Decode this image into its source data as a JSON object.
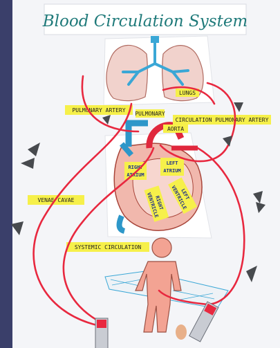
{
  "title": "Blood Circulation System",
  "labels": {
    "lungs": "LUNGS",
    "pulmonary_artery_left": "PULMONARY ARTERY",
    "pulmonary_artery_mid": "PULMONARY",
    "pulmonary_artery_right": "CIRCULATION PULMONARY ARTERY",
    "aorta": "AORTA",
    "venae_cavae": "VENAE CAVAE",
    "systemic_circulation": "SYSTEMIC CIRCULATION"
  },
  "heart_labels": {
    "right_atrium_1": "RIGHT",
    "right_atrium_2": "ATRIUM",
    "left_atrium_1": "LEFT",
    "left_atrium_2": "ATRIUM",
    "left_ventricle_1": "LEFT",
    "left_ventricle_2": "VENTRICLE",
    "right_ventricle_1": "RIGHT",
    "right_ventricle_2": "VENTRICLE"
  },
  "colors": {
    "board": "#f4f5f8",
    "frame": "#3a3f6a",
    "tube": "#e8283f",
    "label_bg": "#f6f04a",
    "skin": "#f3a393",
    "lung_fill": "#f1d2cc",
    "bronchi": "#3aa7d6",
    "vessel_red": "#e0283d",
    "vessel_blue": "#2d97c9",
    "arrow": "#474a4e"
  }
}
